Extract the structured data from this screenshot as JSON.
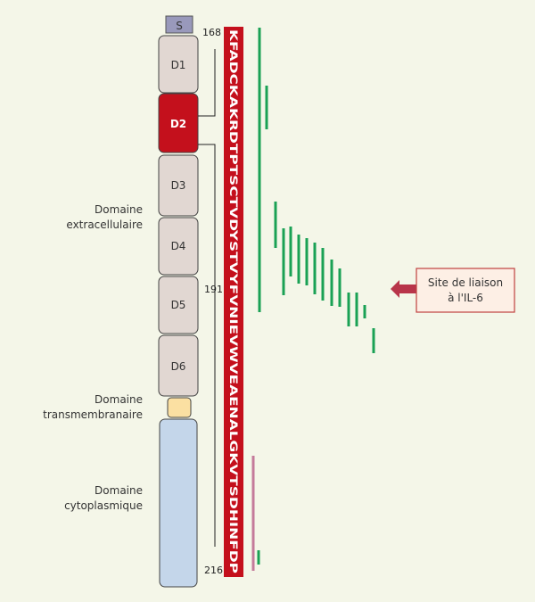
{
  "domains": [
    {
      "id": "S",
      "label": "S"
    },
    {
      "id": "D1",
      "label": "D1"
    },
    {
      "id": "D2",
      "label": "D2"
    },
    {
      "id": "D3",
      "label": "D3"
    },
    {
      "id": "D4",
      "label": "D4"
    },
    {
      "id": "D5",
      "label": "D5"
    },
    {
      "id": "D6",
      "label": "D6"
    },
    {
      "id": "TM",
      "label": ""
    },
    {
      "id": "CYT",
      "label": ""
    }
  ],
  "region_labels": {
    "extracellular": [
      "Domaine",
      "extracellulaire"
    ],
    "transmembrane": [
      "Domaine",
      "transmembranaire"
    ],
    "cytoplasmic": [
      "Domaine",
      "cytoplasmique"
    ]
  },
  "residue_numbers": {
    "start": "168",
    "middle": "191",
    "end": "216"
  },
  "sequence": "KFADCKAKRDTPTSCTVDYSTVYFVNIEVWVEAENALGKVTSDHINFDP",
  "callout": [
    "Site de liaison",
    "à l'IL-6"
  ],
  "colors": {
    "background": "#f4f6e8",
    "domain_fill": "#e1d7d2",
    "d2_fill": "#c4101c",
    "s_fill": "#9999bb",
    "tm_fill": "#fbe0a2",
    "cyt_fill": "#c4d6ea",
    "sequence_bar": "#c4101c",
    "peptide_green": "#1aa155",
    "peptide_pink": "#c47a9a",
    "callout_border": "#c0413f",
    "callout_fill": "#fdefe5",
    "arrow": "#b8354a"
  }
}
